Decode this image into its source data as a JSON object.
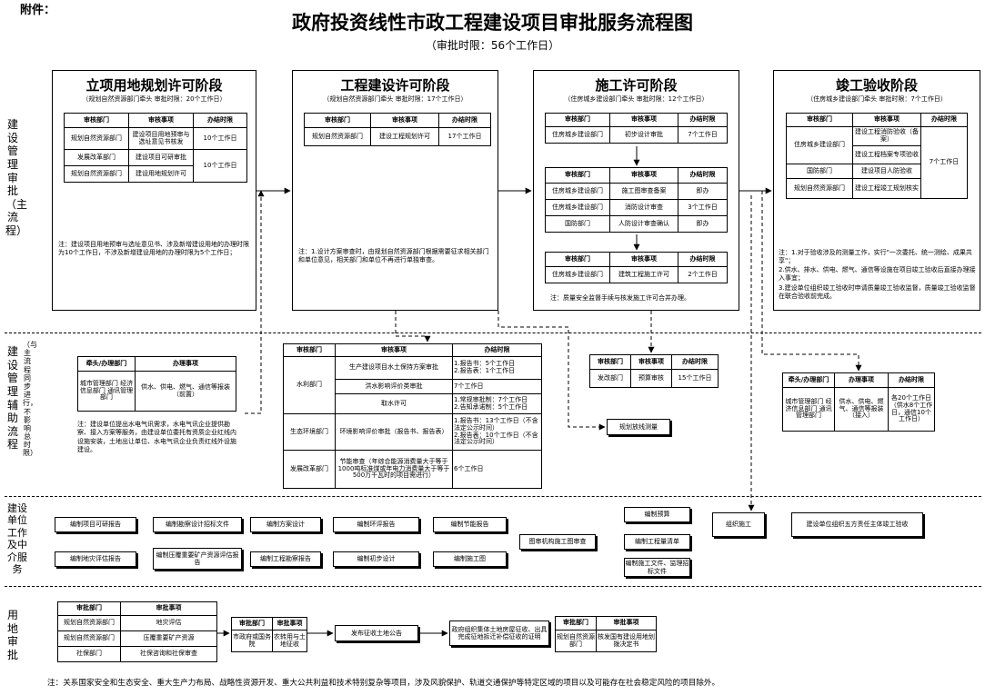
{
  "attachment": "附件：",
  "title": "政府投资线性市政工程建设项目审批服务流程图",
  "subtitle": "（审批时限：56个工作日）",
  "rows": {
    "main": "建设管理审批（主流程）",
    "aux": "建设管理辅助流程",
    "aux_side": "（与主流程同步进行，不影响总时限）",
    "agency": "建设单位工作及中介服务",
    "land": "用地审批"
  },
  "stages": [
    {
      "title": "立项用地规划许可阶段",
      "sub": "（规划自然资源部门牵头 审批时限：20个工作日）"
    },
    {
      "title": "工程建设许可阶段",
      "sub": "（规划自然资源部门牵头 审批时限：17个工作日）"
    },
    {
      "title": "施工许可阶段",
      "sub": "（住房城乡建设部门牵头 审批时限：12个工作日）"
    },
    {
      "title": "竣工验收阶段",
      "sub": "（住房城乡建设部门牵头 审批时限：7个工作日）"
    }
  ],
  "hdr": {
    "dept": "审核部门",
    "item": "审核事项",
    "time": "办结时限",
    "lead": "牵头/办理部门",
    "handle": "办理事项",
    "approve_dept": "审批部门",
    "approve_item": "审批事项"
  },
  "s1": {
    "r1": [
      "规划自然资源部门",
      "建设项目用地预审与选址意见书核发",
      "10个工作日"
    ],
    "r2": [
      "发展改革部门",
      "建设项目可研审批",
      "10个工作日"
    ],
    "r3": [
      "规划自然资源部门",
      "建设用地规划许可"
    ],
    "note": "注：建设项目用地预审与选址意见书、涉及新增建设用地的办理时限为10个工作日，不涉及新增建设用地的办理时限为5个工作日；"
  },
  "s2": {
    "r1": [
      "规划自然资源部门",
      "建设工程规划许可",
      "17个工作日"
    ],
    "note": "注：1.设计方案审查时，由规划自然资源部门根据需要征求相关部门和单位意见，相关部门和单位不再进行单独审查。"
  },
  "s3": {
    "a1": [
      "住房城乡建设部门",
      "初步设计审批",
      "7个工作日"
    ],
    "b1": [
      "住房城乡建设部门",
      "施工图审查备案",
      "即办"
    ],
    "b2": [
      "住房城乡建设部门",
      "消防设计审查",
      "3个工作日"
    ],
    "b3": [
      "国防部门",
      "人防设计审查确认",
      "即办"
    ],
    "c1": [
      "住房城乡建设部门",
      "建筑工程施工许可",
      "2个工作日"
    ],
    "note": "注：质量安全监督手续与核发施工许可合并办理。"
  },
  "s4": {
    "r1a": [
      "住房城乡建设部门",
      "建设工程消防验收（备案）",
      "7个工作日"
    ],
    "r1b": "建设工程档案专项验收",
    "r2": [
      "国防部门",
      "建设项目人防验收"
    ],
    "r3": [
      "规划自然资源部门",
      "建设工程竣工规划核实"
    ],
    "note1": "注：1.对于验收涉及的测量工作，实行\"一次委托、统一测绘、成果共享\"；",
    "note2": "2.供水、排水、供电、燃气、通信等设施在项目竣工验收后直接办理接入事宜；",
    "note3": "3.建设单位组织竣工验收时申请质量竣工验收监督，质量竣工验收监督在联合验收前完成。"
  },
  "aux1": {
    "r1": [
      "城市管理部门 经济信息部门 通讯管理部门",
      "供水、供电、燃气、通信等报装（前置）"
    ],
    "note": "注：建设单位提出水电气讯需求，水电气讯企业提供勘察、接入方案等服务，由建设单位委托有资质企业红线内设施安装，土地出让单位、水电气讯企业负责红线外设施建设。"
  },
  "aux2": {
    "water": "水利部门",
    "w1": [
      "生产建设项目水土保持方案审批",
      "1.报告书：5个工作日",
      "2.报告表：1个工作日"
    ],
    "w2": [
      "洪水影响评价类审批",
      "7个工作日"
    ],
    "w3": [
      "取水许可",
      "1.常规审批制：7个工作日",
      "2.告知承诺制：5个工作日"
    ],
    "env": "生态环境部门",
    "e1": [
      "环境影响评价审批（报告书、报告表）",
      "1.报告书：13个工作日（不含法定公示时间）",
      "2.报告表：10个工作日（不含法定公示时间）"
    ],
    "dev": "发展改革部门",
    "d1": [
      "节能审查（年综合能源消费量大于等于1000吨标准煤或年电力消费量大于等于500万千瓦时的项目需进行）",
      "6个工作日"
    ]
  },
  "aux3": {
    "r1": [
      "发改部门",
      "预算审核",
      "15个工作日"
    ]
  },
  "aux4": {
    "r1": [
      "城市管理部门 经济信息部门 通讯管理部门",
      "供水、供电、燃气、通信等报装（接入）",
      "各20个工作日（供水8个工作日，通信10个工作日）"
    ]
  },
  "survey": "规划放线测量",
  "agency": {
    "a1": "编制项目可研报告",
    "a2": "编制勘察设计招标文件",
    "a3": "编制方案设计",
    "a4": "编制环评报告",
    "a5": "编制节能报告",
    "a6": "编制地灾评估报告",
    "a7": "编制压覆重要矿产资源评估报告",
    "a8": "编制工程勘察报告",
    "a9": "编制初步设计",
    "a10": "编制施工图",
    "a11": "图审机构施工图审查",
    "a12": "编制预算",
    "a13": "编制工程量清单",
    "a14": "编制施工文件、监理招标文件",
    "a15": "组织施工",
    "a16": "建设单位组织五方责任主体竣工验收"
  },
  "land": {
    "t1": [
      [
        "规划自然资源部门",
        "地灾评估"
      ],
      [
        "规划自然资源部门",
        "压覆重要矿产资源"
      ],
      [
        "社保部门",
        "社保咨询和社保审查"
      ]
    ],
    "t2": [
      "市政府或国务院",
      "农转用与土地征收"
    ],
    "pub": "发布征收土地公告",
    "org": "政府组织集体土地房屋征收、出具完成征地拆迁补偿征收的证明",
    "t3": [
      "规划自然资源部门",
      "核发国有建设用地划拨决定书"
    ]
  },
  "footer": "注：关系国家安全和生态安全、重大生产力布局、战略性资源开发、重大公共利益和技术特别复杂等项目，涉及风貌保护、轨道交通保护等特定区域的项目以及可能存在社会稳定风险的项目除外。"
}
